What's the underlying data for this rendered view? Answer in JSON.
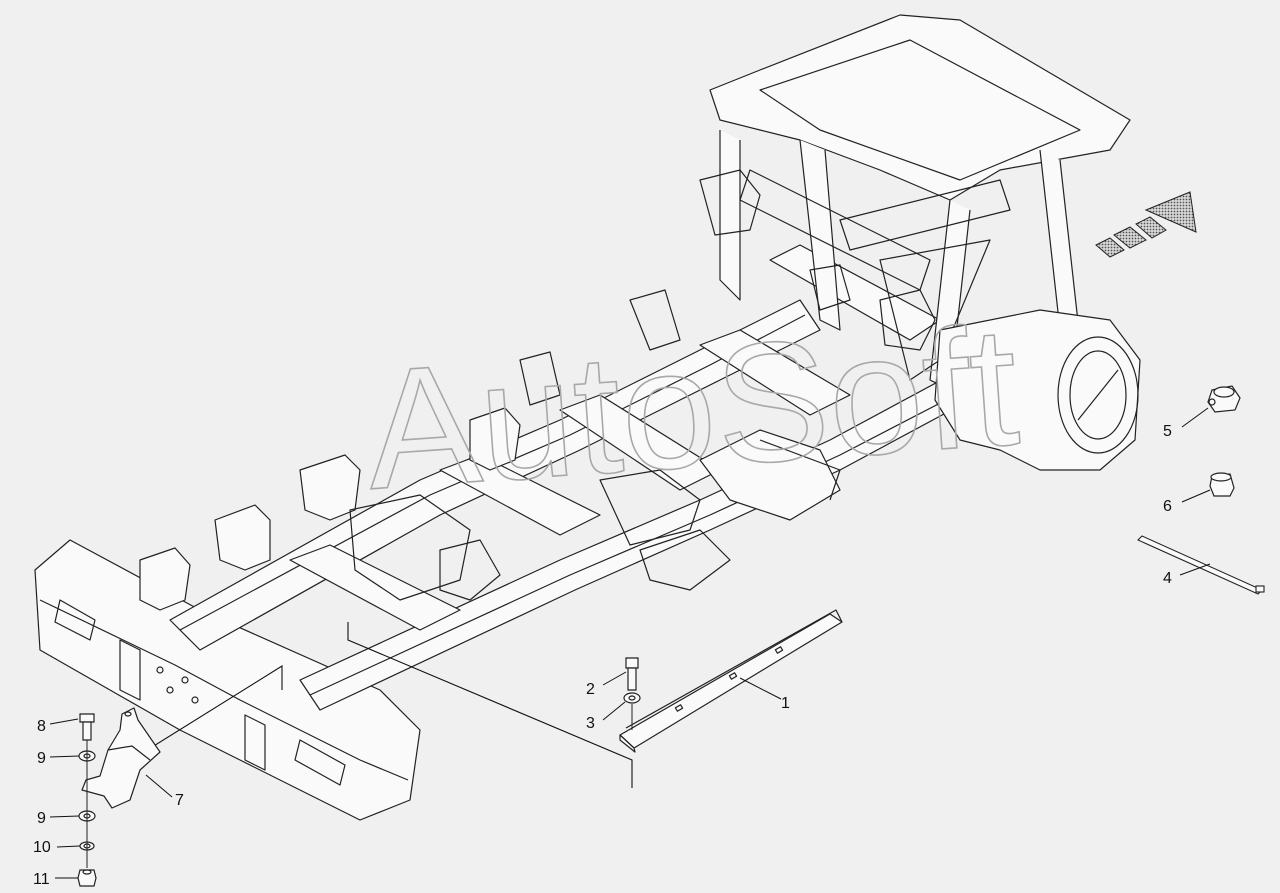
{
  "watermark": "AutoSoft",
  "callouts": [
    {
      "id": "c1",
      "label": "1"
    },
    {
      "id": "c2",
      "label": "2"
    },
    {
      "id": "c3",
      "label": "3"
    },
    {
      "id": "c4",
      "label": "4"
    },
    {
      "id": "c5",
      "label": "5"
    },
    {
      "id": "c6",
      "label": "6"
    },
    {
      "id": "c7",
      "label": "7"
    },
    {
      "id": "c8",
      "label": "8"
    },
    {
      "id": "c9a",
      "label": "9"
    },
    {
      "id": "c9b",
      "label": "9"
    },
    {
      "id": "c10",
      "label": "10"
    },
    {
      "id": "c11",
      "label": "11"
    }
  ],
  "colors": {
    "background": "#f0f0f0",
    "line": "#222222",
    "watermark": "#a8a8a8",
    "arrow_fill": "#9a9a9a"
  }
}
